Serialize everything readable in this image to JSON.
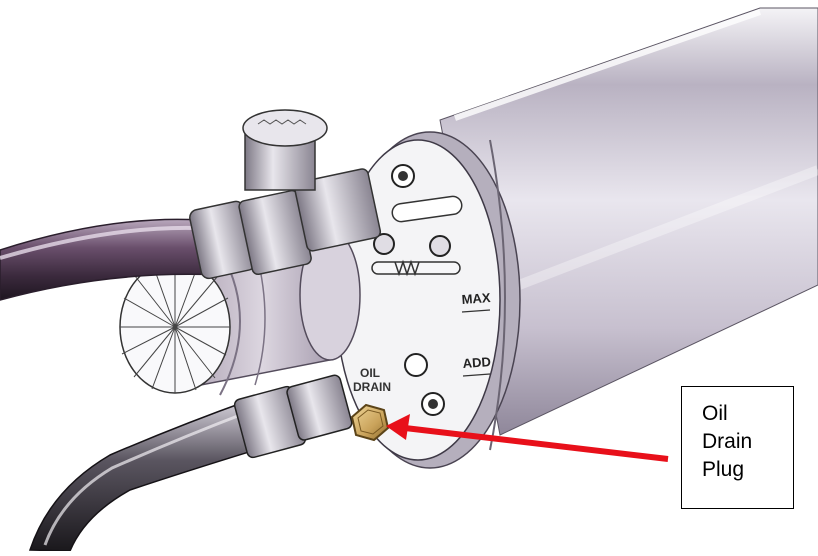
{
  "labels": {
    "max": "MAX",
    "add": "ADD",
    "oil_drain_line1": "OIL",
    "oil_drain_line2": "DRAIN"
  },
  "callout": {
    "line1": "Oil",
    "line2": "Drain",
    "line3": "Plug"
  },
  "colors": {
    "arrow": "#e8101a",
    "plug": "#c9a25a",
    "hose": "#4a3a4a",
    "cylinder": "#c9c4d2"
  }
}
